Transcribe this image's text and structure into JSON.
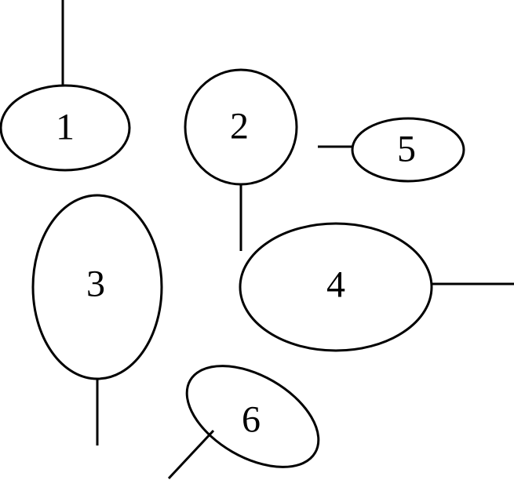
{
  "diagram": {
    "stroke_color": "#000000",
    "background_color": "#ffffff",
    "labels": {
      "one": "1",
      "two": "2",
      "three": "3",
      "four": "4",
      "five": "5",
      "six": "6"
    }
  }
}
